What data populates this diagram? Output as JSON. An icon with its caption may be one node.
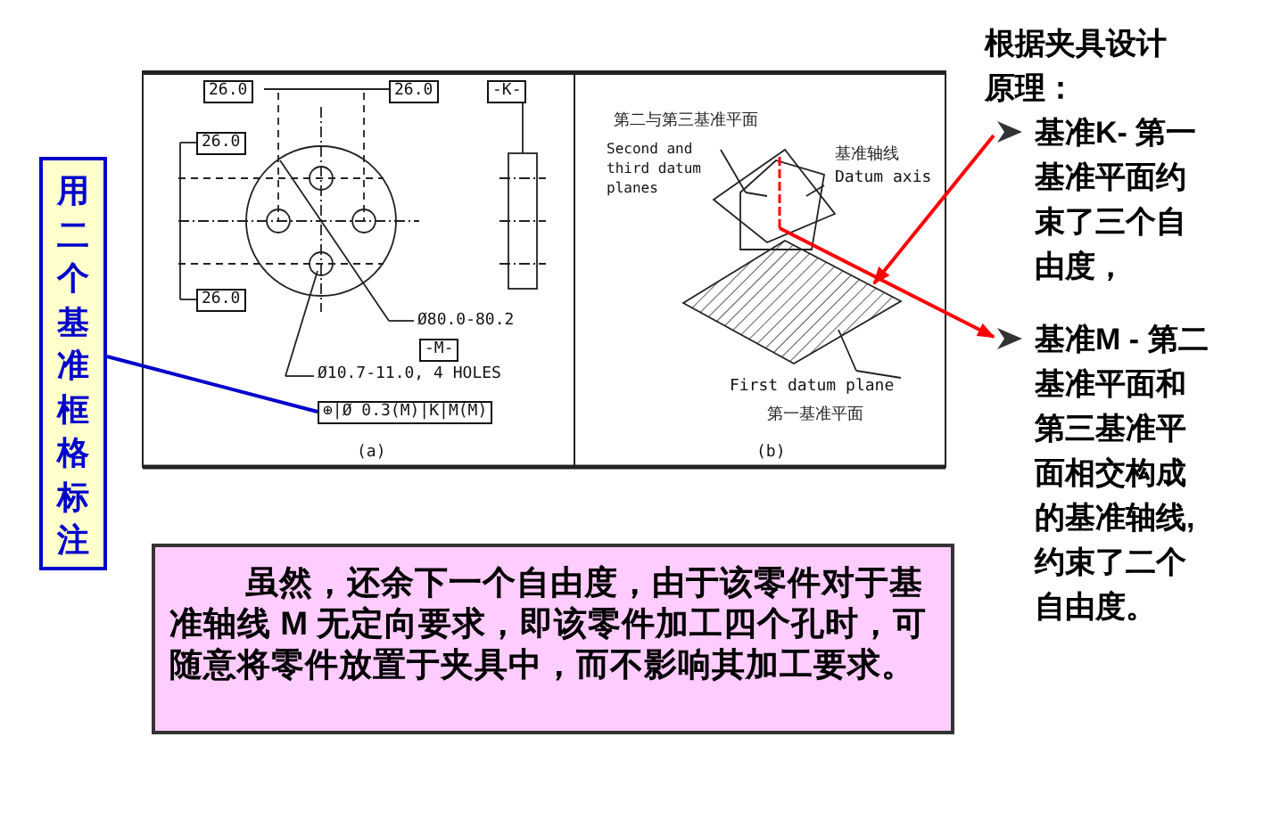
{
  "diagram": {
    "nodes": [
      {
        "text": [
          "用二个基准框格标注"
        ]
      },
      {
        "text": [
          "⊕|Ø 0.3(M)|K|M(M)"
        ]
      },
      {
        "text": [],
        "shape": "picture"
      },
      {
        "text": [],
        "shape": "picture",
        "beside": [
          "First datum plane",
          "第一基准平面"
        ]
      },
      {
        "text": [
          "基准K- 第一基准平面约束了三个自由度，"
        ]
      },
      {
        "text": [
          "基准M - 第二基准平面和第三基准平面相交构成的基准轴线,约束了二个自由度。"
        ]
      },
      {
        "text": [
          "虽然，还余下一个自由度，由于该零件对于基准轴线 M 无定向要求，即该零件加工四个孔时，可随意将零件放置于夹具中，而不影响其加工要求。"
        ]
      }
    ],
    "edges": [
      {
        "from": 0,
        "to": 1,
        "arrow": "none",
        "color": "#0000cc"
      },
      {
        "from": 4,
        "to": 3,
        "arrow": "to",
        "color": "#ff0000"
      },
      {
        "from": 2,
        "to": 5,
        "arrow": "to",
        "color": "#ff0000"
      }
    ],
    "labels": [
      "26.0",
      "26.0",
      "-K-",
      "26.0",
      "26.0",
      "Ø80.0-80.2",
      "-M-",
      "Ø10.7-11.0, 4 HOLES",
      "(a)",
      "第二与第三基准平面",
      "Second and third datum planes",
      "基准轴线",
      "Datum axis",
      "(b)",
      "根据夹具设计原理："
    ]
  }
}
